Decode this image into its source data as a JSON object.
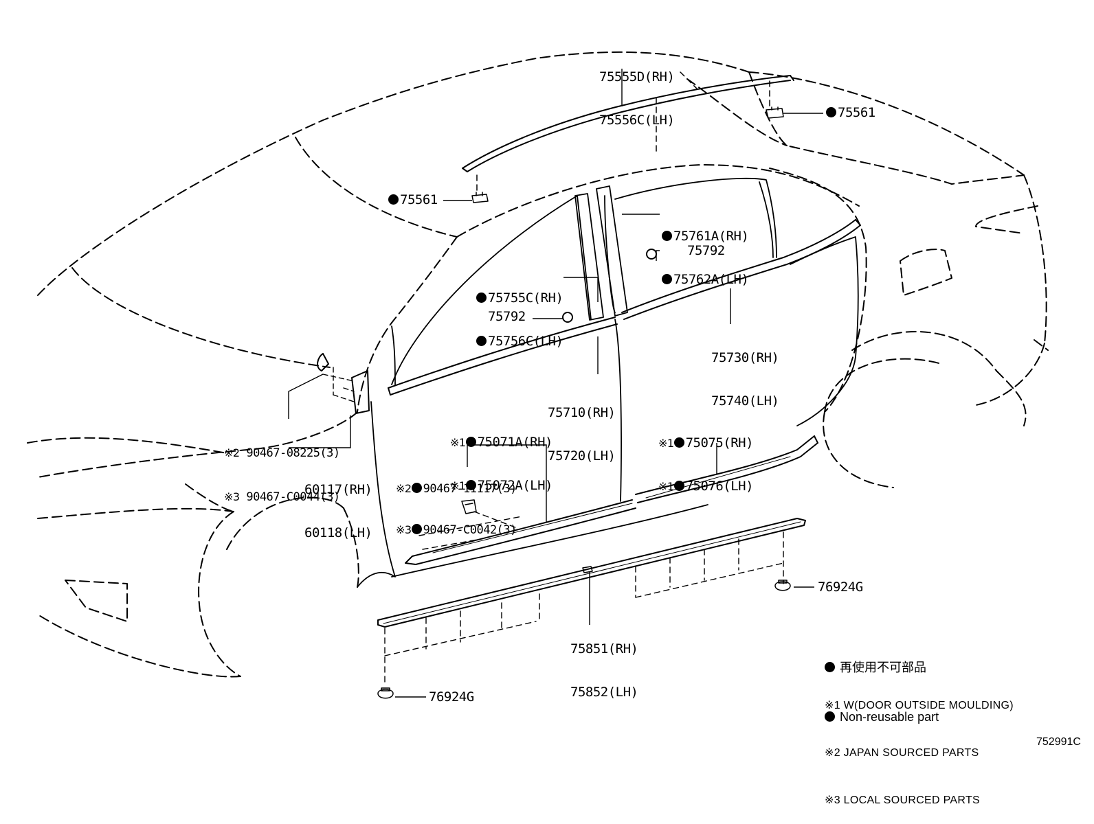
{
  "callouts": {
    "roof_moulding": [
      "75555D(RH)",
      "75556C(LH)"
    ],
    "roof_clip_rear": "75561",
    "roof_clip_front": "75561",
    "pillar_rear": [
      "75761A(RH)",
      "75762A(LH)"
    ],
    "clip_rear_door": "75792",
    "pillar_front": [
      "75755C(RH)",
      "75756C(LH)"
    ],
    "clip_front_door": "75792",
    "belt_rear": [
      "75730(RH)",
      "75740(LH)"
    ],
    "belt_front": [
      "75710(RH)",
      "75720(LH)"
    ],
    "fender_clip_marks": [
      "※2",
      "※3"
    ],
    "fender_clip": [
      "90467-08225(3)",
      "90467-C0044(3)"
    ],
    "fender_part": [
      "60117(RH)",
      "60118(LH)"
    ],
    "door_front_mark": "※1",
    "door_front": [
      "75071A(RH)",
      "75072A(LH)"
    ],
    "door_front_clip_marks": [
      "※2",
      "※3"
    ],
    "door_front_clip": [
      "90467-11117(3)",
      "90467-C0042(3)"
    ],
    "door_rear_mark": "※1",
    "door_rear": [
      "75075(RH)",
      "75076(LH)"
    ],
    "rocker": [
      "75851(RH)",
      "75852(LH)"
    ],
    "rocker_clip_rear": "76924G",
    "rocker_clip_front": "76924G"
  },
  "legend": {
    "jp": "再使用不可部品",
    "en": "Non-reusable part"
  },
  "notes": [
    "※1 W(DOOR OUTSIDE MOULDING)",
    "※2 JAPAN SOURCED PARTS",
    "※3 LOCAL SOURCED PARTS"
  ],
  "figure_id": "752991C"
}
